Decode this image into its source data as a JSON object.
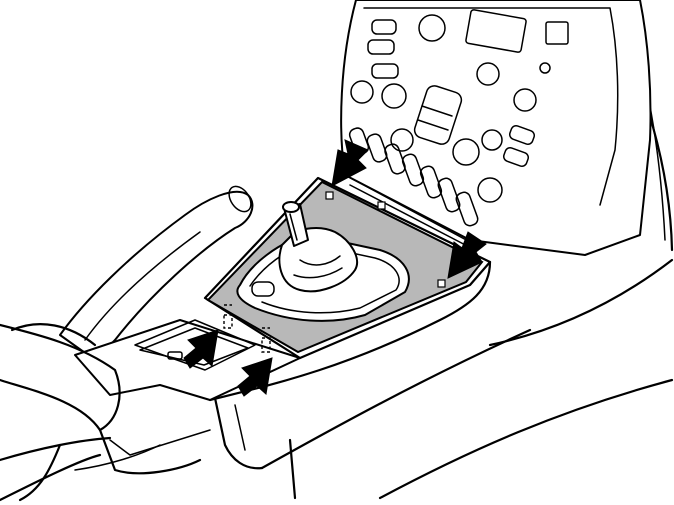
{
  "figure": {
    "colors": {
      "line": "#000000",
      "background": "#ffffff",
      "panel_fill": "#b8b8b8"
    },
    "arrows": [
      {
        "name": "arrow-down-left",
        "direction": "down"
      },
      {
        "name": "arrow-down-right",
        "direction": "down"
      },
      {
        "name": "arrow-up-left",
        "direction": "up"
      },
      {
        "name": "arrow-up-right",
        "direction": "up"
      }
    ]
  }
}
